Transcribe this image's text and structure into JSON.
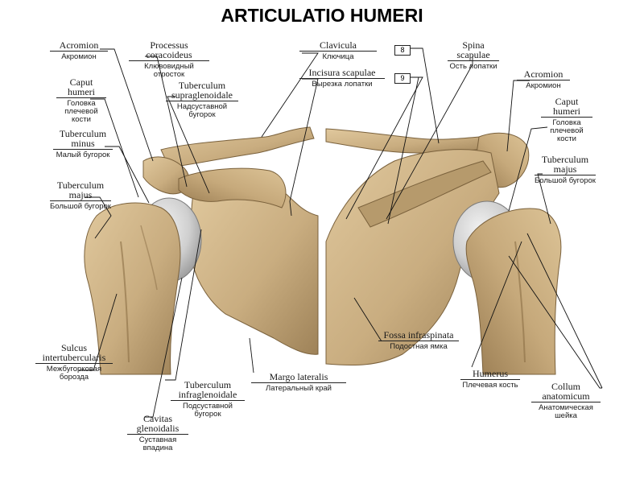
{
  "title": "ARTICULATIO HUMERI",
  "labels": {
    "acromion_l": {
      "lat": "Acromion",
      "rus": "Акромион"
    },
    "processus": {
      "lat": "Processus coracoideus",
      "rus": "Клювовидный отросток"
    },
    "clavicula": {
      "lat": "Clavicula",
      "rus": "Ключица"
    },
    "incisura": {
      "lat": "Incisura scapulae",
      "rus": "Вырезка лопатки"
    },
    "spina": {
      "lat": "Spina scapulae",
      "rus": "Ость лопатки"
    },
    "acromion_r": {
      "lat": "Acromion",
      "rus": "Акромион"
    },
    "caput_l": {
      "lat": "Caput humeri",
      "rus": "Головка плечевой кости"
    },
    "caput_r": {
      "lat": "Caput humeri",
      "rus": "Головка плечевой кости"
    },
    "tub_supra": {
      "lat": "Tuberculum supraglenoidale",
      "rus": "Надсуставной бугорок"
    },
    "tub_minus": {
      "lat": "Tuberculum minus",
      "rus": "Малый бугорок"
    },
    "tub_majus_l": {
      "lat": "Tuberculum majus",
      "rus": "Большой бугорок"
    },
    "tub_majus_r": {
      "lat": "Tuberculum majus",
      "rus": "Большой бугорок"
    },
    "sulcus": {
      "lat": "Sulcus intertubercularis",
      "rus": "Межбугорковая борозда"
    },
    "tub_infra": {
      "lat": "Tuberculum infraglenoidale",
      "rus": "Подсуставной бугорок"
    },
    "margo": {
      "lat": "Margo lateralis",
      "rus": "Латеральный край"
    },
    "cavitas": {
      "lat": "Cavitas glenoidalis",
      "rus": "Суставная впадина"
    },
    "fossa": {
      "lat": "Fossa infraspinata",
      "rus": "Подостная ямка"
    },
    "humerus": {
      "lat": "Humerus",
      "rus": "Плечевая кость"
    },
    "collum": {
      "lat": "Collum anatomicum",
      "rus": "Анатомическая шейка"
    }
  },
  "markers": {
    "clavicula": "8",
    "incisura": "9"
  },
  "colors": {
    "bone": "#cfb487",
    "bone_dark": "#a88a5c",
    "bone_shadow": "#8a6e45",
    "cartilage": "#c9c9c9",
    "leader": "#111111"
  }
}
